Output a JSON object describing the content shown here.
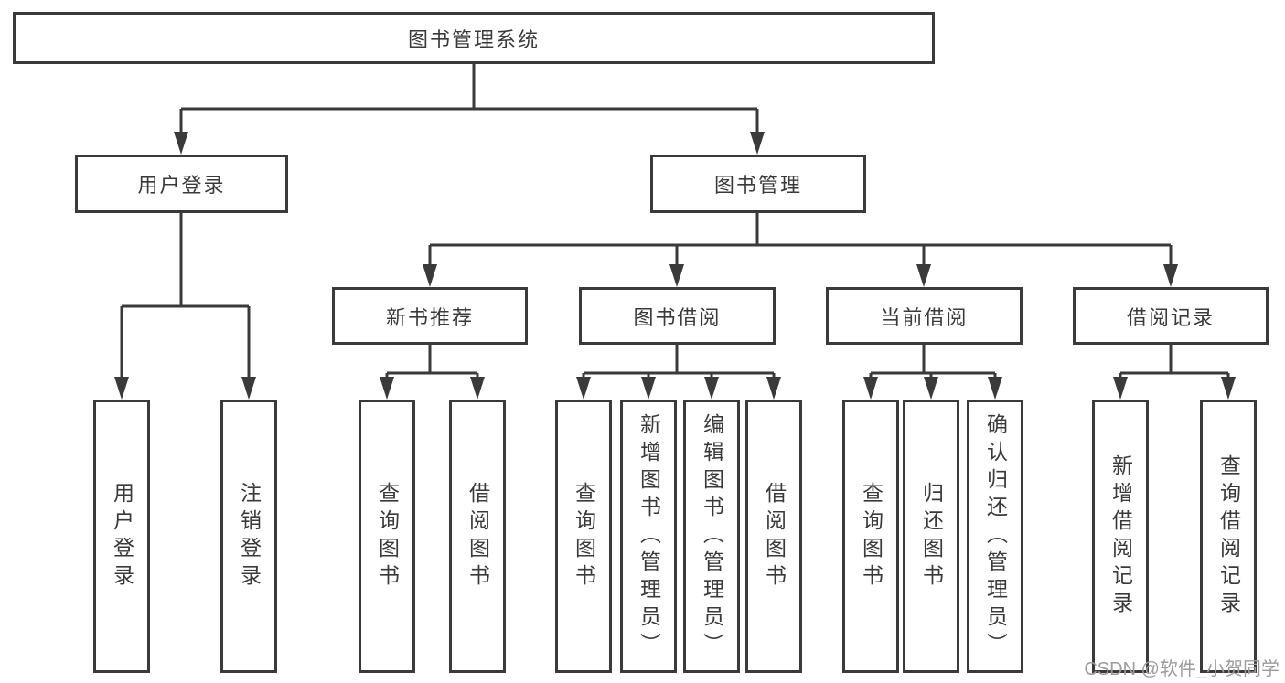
{
  "diagram": {
    "root": {
      "label": "图书管理系统"
    },
    "branches": [
      {
        "label": "用户登录",
        "children": [
          "用户登录",
          "注销登录"
        ]
      },
      {
        "label": "图书管理",
        "children": [
          {
            "label": "新书推荐",
            "children": [
              "查询图书",
              "借阅图书"
            ]
          },
          {
            "label": "图书借阅",
            "children": [
              "查询图书",
              "新增图书（管理员）",
              "编辑图书（管理员）",
              "借阅图书"
            ]
          },
          {
            "label": "当前借阅",
            "children": [
              "查询图书",
              "归还图书",
              "确认归还（管理员）"
            ]
          },
          {
            "label": "借阅记录",
            "children": [
              "新增借阅记录",
              "查询借阅记录"
            ]
          }
        ]
      }
    ],
    "watermark": "CSDN @软件_小贺同学",
    "colors": {
      "line": "#3a3a3a",
      "box_border": "#3a3a3a",
      "box_fill": "#ffffff",
      "text": "#3a3a3a",
      "watermark": "#9c9c9c",
      "background": "#ffffff"
    }
  }
}
